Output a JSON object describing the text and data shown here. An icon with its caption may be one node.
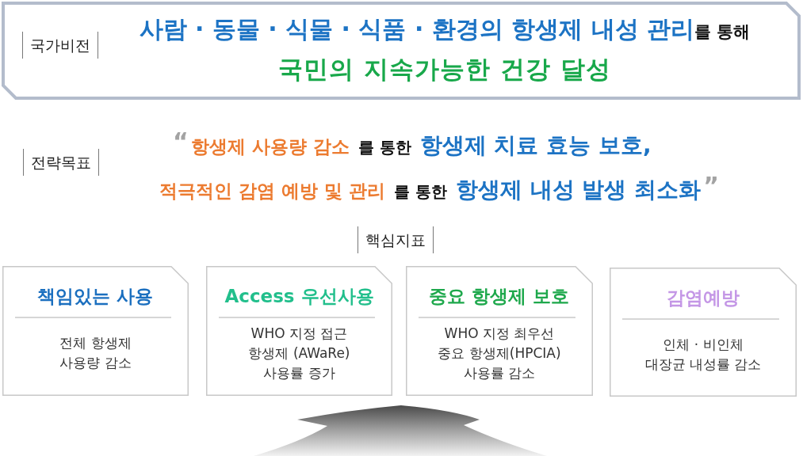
{
  "diagram": {
    "nodes": [
      {
        "text": [
          "국가비전",
          "사람 · 동물 · 식물 · 식품 · 환경의 항생제 내성 관리",
          "를 통해",
          "국민의 지속가능한 건강 달성"
        ]
      },
      {
        "text": [
          "책임있는 사용",
          "전체 항생제 사용량 감소"
        ]
      },
      {
        "text": [
          "Access 우선사용",
          "WHO 지정 접근 항생제 (AWaRe) 사용률 증가"
        ]
      },
      {
        "text": [
          "중요 항생제 보호",
          "WHO 지정 최우선 중요 항생제(HPCIA) 사용률 감소"
        ]
      },
      {
        "text": [
          "감염예방",
          "인체 · 비인체 대장균 내성률 감소"
        ]
      }
    ],
    "labels": [
      "전략목표",
      "“",
      "항생제 사용량 감소",
      "를 통한",
      "항생제 치료 효능 보호,",
      "적극적인 감염 예방 및 관리",
      "를 통한",
      "항생제 내성 발생 최소화",
      "”",
      "핵심지표"
    ]
  }
}
